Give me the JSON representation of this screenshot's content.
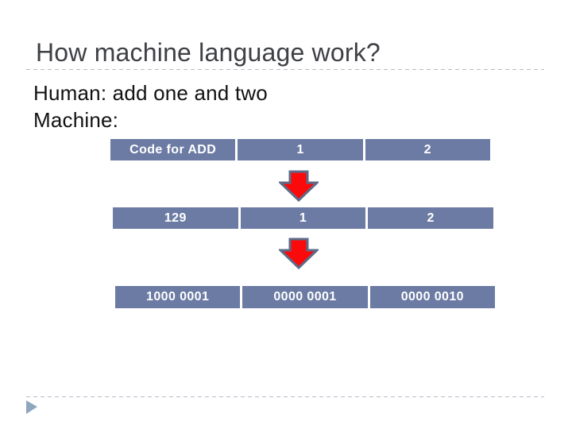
{
  "slide": {
    "title": "How machine language work?",
    "body": {
      "line1": "Human: add one and two",
      "line2": "Machine:"
    },
    "table": {
      "rows": [
        {
          "cells": [
            "Code for ADD",
            "1",
            "2"
          ]
        },
        {
          "cells": [
            "129",
            "1",
            "2"
          ]
        },
        {
          "cells": [
            "1000 0001",
            "0000 0001",
            "0000 0010"
          ]
        }
      ]
    },
    "icons": {
      "flow_arrow": "block-arrow-down-icon",
      "footer_marker": "triangle-right-icon"
    },
    "colors": {
      "cell_bg": "#6C7BA4",
      "cell_text": "#FFFFFF",
      "title_text": "#3F4045",
      "body_text": "#121212",
      "arrow_fill": "#FA0A0A",
      "arrow_outline": "#5D6B88",
      "dash_line": "#B5BCC7",
      "footer_triangle": "#8FA6BF",
      "background": "#FFFFFF"
    }
  }
}
